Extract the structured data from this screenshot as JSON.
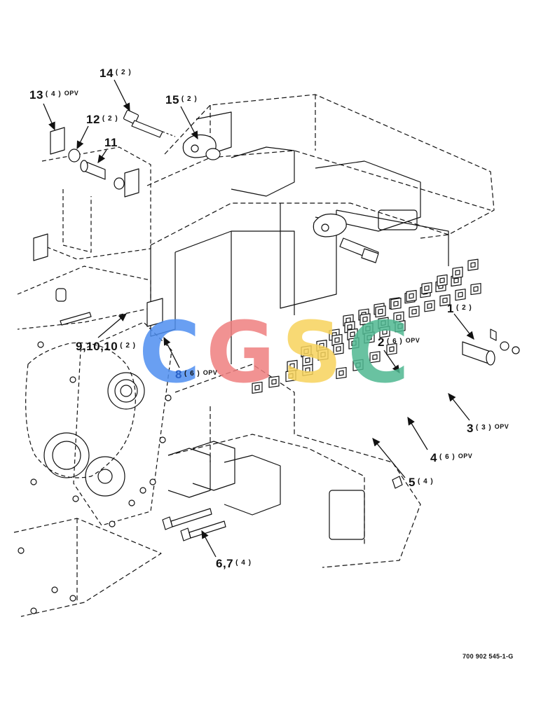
{
  "figure_id": "700 902 545-1-G",
  "watermark": {
    "letters": [
      "C",
      "G",
      "S",
      "C"
    ],
    "colors": [
      "#4f8ff0",
      "#ef7f7f",
      "#f7d35c",
      "#4fb891"
    ]
  },
  "callouts": [
    {
      "id": "c13",
      "num": "13",
      "qty": "( 4 )",
      "opv": "OPV"
    },
    {
      "id": "c14",
      "num": "14",
      "qty": "( 2 )",
      "opv": ""
    },
    {
      "id": "c12",
      "num": "12",
      "qty": "( 2 )",
      "opv": ""
    },
    {
      "id": "c11",
      "num": "11",
      "qty": "",
      "opv": ""
    },
    {
      "id": "c15",
      "num": "15",
      "qty": "( 2 )",
      "opv": ""
    },
    {
      "id": "c1",
      "num": "1",
      "qty": "( 2 )",
      "opv": ""
    },
    {
      "id": "c2",
      "num": "2",
      "qty": "( 6 )",
      "opv": "OPV"
    },
    {
      "id": "c9",
      "num": "9,10,10",
      "qty": "( 2 )",
      "opv": ""
    },
    {
      "id": "c8",
      "num": "8",
      "qty": "( 6 )",
      "opv": "OPV"
    },
    {
      "id": "c3",
      "num": "3",
      "qty": "( 3 )",
      "opv": "OPV"
    },
    {
      "id": "c4",
      "num": "4",
      "qty": "( 6 )",
      "opv": "OPV"
    },
    {
      "id": "c5",
      "num": "5",
      "qty": "( 4 )",
      "opv": ""
    },
    {
      "id": "c67",
      "num": "6,7",
      "qty": "( 4 )",
      "opv": ""
    }
  ]
}
